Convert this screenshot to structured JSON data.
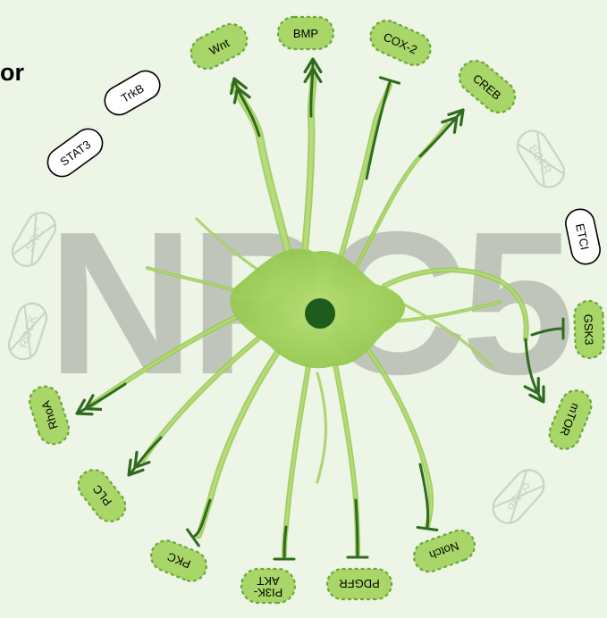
{
  "title_fragment": "or",
  "watermark": "NPC5",
  "colors": {
    "background": "#edf5e6",
    "neuron": "#9ccc55",
    "neuron_light": "#bfe08a",
    "nucleus": "#1e5c1e",
    "arrow": "#2f6b1f",
    "watermark": "#b7bdb4",
    "active_node_fill": "#a8d668",
    "active_node_border": "#6da83a",
    "inactive_node": "#c9d4c2"
  },
  "nodes": [
    {
      "key": "wnt",
      "label": "Wnt",
      "state": "activated"
    },
    {
      "key": "bmp",
      "label": "BMP",
      "state": "activated"
    },
    {
      "key": "cox2",
      "label": "COX-2",
      "state": "inhibited"
    },
    {
      "key": "creb",
      "label": "CREB",
      "state": "activated"
    },
    {
      "key": "egfr",
      "label": "EGFR",
      "state": "excluded"
    },
    {
      "key": "etci",
      "label": "ETCI",
      "state": "neutral"
    },
    {
      "key": "gsk3",
      "label": "GSK3",
      "state": "inhibited"
    },
    {
      "key": "mtor",
      "label": "mTOR",
      "state": "activated"
    },
    {
      "key": "cgmp",
      "label": "cGMP",
      "state": "excluded"
    },
    {
      "key": "notch",
      "label": "Notch",
      "state": "inhibited"
    },
    {
      "key": "pdgfr",
      "label": "PDGFR",
      "state": "inhibited"
    },
    {
      "key": "pi3k",
      "label": "PI3K-\nAKT",
      "state": "inhibited"
    },
    {
      "key": "pkc",
      "label": "PKC",
      "state": "inhibited"
    },
    {
      "key": "plc",
      "label": "PLC",
      "state": "activated"
    },
    {
      "key": "rhoa",
      "label": "RhoA",
      "state": "activated"
    },
    {
      "key": "rock",
      "label": "ROCK",
      "state": "excluded"
    },
    {
      "key": "src",
      "label": "SRC",
      "state": "excluded"
    },
    {
      "key": "stat3",
      "label": "STAT3",
      "state": "neutral"
    },
    {
      "key": "trkb",
      "label": "TrkB",
      "state": "neutral"
    }
  ]
}
